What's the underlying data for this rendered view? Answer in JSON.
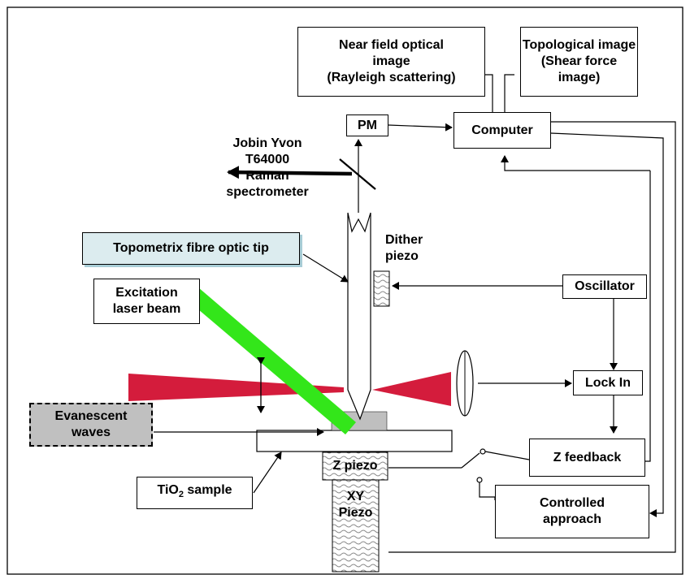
{
  "labels": {
    "near_field": [
      "Near field optical",
      "image",
      "(Rayleigh scattering)"
    ],
    "topological": [
      "Topological image",
      "(Shear force",
      "image)"
    ],
    "pm": "PM",
    "computer": "Computer",
    "raman": [
      "Jobin Yvon",
      "T64000",
      "Raman",
      "spectrometer"
    ],
    "tip": "Topometrix fibre optic tip",
    "dither": [
      "Dither",
      "piezo"
    ],
    "excitation": [
      "Excitation",
      "laser beam"
    ],
    "oscillator": "Oscillator",
    "lockin": "Lock In",
    "evanescent": [
      "Evanescent",
      "waves"
    ],
    "zfeedback": "Z feedback",
    "zpiezo": "Z piezo",
    "tio2_main": "TiO",
    "tio2_sub": "2",
    "tio2_rest": " sample",
    "xy": [
      "XY",
      "Piezo"
    ],
    "controlled": [
      "Controlled",
      "approach"
    ]
  },
  "colors": {
    "laser_green": "#33e61a",
    "red_beam": "#d41c3c",
    "tip_label_fill": "#dcecef",
    "tip_label_shadow": "#a8cdd6",
    "evanescent_fill": "#c0c0c0",
    "sample_spot": "#bfbfbf"
  }
}
